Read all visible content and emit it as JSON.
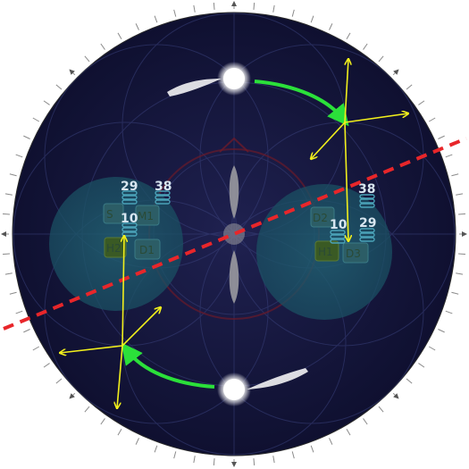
{
  "colors": {
    "outer_ring": "#7a7a7a",
    "disc": "#15173a",
    "grid": "#39407a",
    "zone": "#1d5a6e",
    "dash_line": "#e8262a",
    "arrow_green": "#2be03a",
    "arrow_yellow": "#f1ef1c",
    "tile_green": "#3a5a24",
    "tile_teal": "#2c5d66"
  },
  "icons": {
    "orb": "glowing-orb-icon",
    "stack": "stack-icon",
    "tick": "tick-mark-icon"
  },
  "left_group": {
    "badges": [
      "29",
      "38",
      "10"
    ],
    "tiles": [
      "S",
      "M1",
      "H2",
      "D1"
    ]
  },
  "right_group": {
    "badges": [
      "38",
      "10",
      "29"
    ],
    "tiles": [
      "D2",
      "H1",
      "D3"
    ]
  }
}
